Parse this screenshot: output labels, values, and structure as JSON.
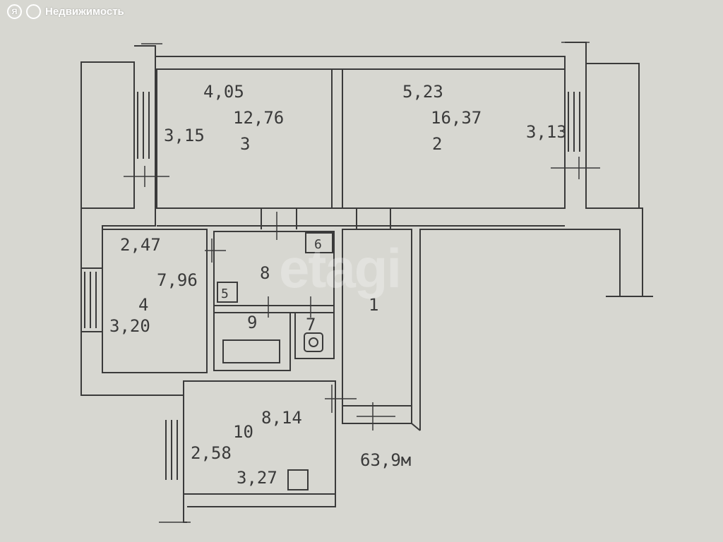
{
  "brand": {
    "logo_mark_1": "Я",
    "name": "Недвижимость"
  },
  "watermark": "etagi",
  "rooms": {
    "room1": {
      "width": "4,05",
      "area": "12,76",
      "number": "3",
      "depth": "3,15"
    },
    "room2": {
      "width": "5,23",
      "area": "16,37",
      "number": "2",
      "depth": "3,13"
    },
    "room3": {
      "width": "2,47",
      "area": "7,96",
      "number": "4",
      "depth": "3,20"
    },
    "kitchen": {
      "number": "8",
      "box_5": "5",
      "box_6": "6"
    },
    "bath": {
      "number": "9"
    },
    "wc": {
      "number": "7"
    },
    "corridor": {
      "number": "1"
    },
    "room10": {
      "area": "8,14",
      "number": "10",
      "depth": "2,58",
      "width": "3,27"
    },
    "balcony": {
      "label": "63,9м"
    }
  },
  "colors": {
    "paper": "#d7d7d1",
    "ink": "#3a3a3a",
    "logo": "#ffffff"
  }
}
